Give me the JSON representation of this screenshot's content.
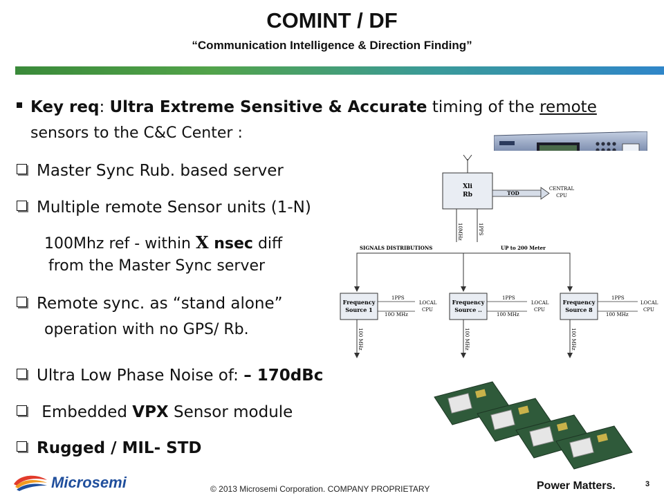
{
  "header": {
    "title": "COMINT / DF",
    "subtitle": "“Communication Intelligence & Direction Finding”"
  },
  "bullets": {
    "key_req_label": "Key req",
    "key_req_colon": ": ",
    "key_req_bold": "Ultra Extreme Sensitive & Accurate",
    "key_req_mid": " timing of the ",
    "key_req_underlined": "remote",
    "key_req_line2": "sensors to the C&C Center :",
    "item1": "Master Sync Rub. based server",
    "item2": "Multiple remote Sensor units (1-N)",
    "item2_sub1_a": "100Mhz ref -  within ",
    "item2_sub1_x": "X",
    "item2_sub1_b": " nsec",
    "item2_sub1_c": " diff",
    "item2_sub2": "from the Master Sync server",
    "item3_line1": "Remote sync. as “stand alone”",
    "item3_line2": "operation with no GPS/ Rb.",
    "item4_a": "Ultra Low Phase Noise of:   ",
    "item4_b": "– 170dBc",
    "item5_a": " Embedded ",
    "item5_b": "VPX",
    "item5_c": " Sensor module",
    "item6": "Rugged / MIL- STD"
  },
  "diagram": {
    "master_box_line1": "Xli",
    "master_box_line2": "Rb",
    "tod": "TOD",
    "central_cpu_line1": "CENTRAL",
    "central_cpu_line2": "CPU",
    "ref_10mhz": "10MHz",
    "ref_1pps": "1PPS",
    "signals_dist": "SIGNALS DISTRIBUTIONS",
    "up_to": "UP to 200 Meter",
    "fs1_line1": "Frequency",
    "fs1_line2": "Source 1",
    "fs2_line1": "Frequency",
    "fs2_line2": "Source ..",
    "fs3_line1": "Frequency",
    "fs3_line2": "Source 8",
    "pps": "1PPS",
    "mhz100_a": "10O MHz",
    "mhz100": "100 MHz",
    "local_cpu_line1": "LOCAL",
    "local_cpu_line2": "CPU",
    "out_100mhz": "100 MHz"
  },
  "footer": {
    "logo_text": "Microsemi",
    "copyright": "© 2013 Microsemi Corporation. COMPANY PROPRIETARY",
    "power": "Power Matters.",
    "page": "3"
  },
  "colors": {
    "accent_green": "#3a8a3a",
    "accent_blue": "#2f86c9",
    "logo_blue": "#1f4e9c"
  }
}
